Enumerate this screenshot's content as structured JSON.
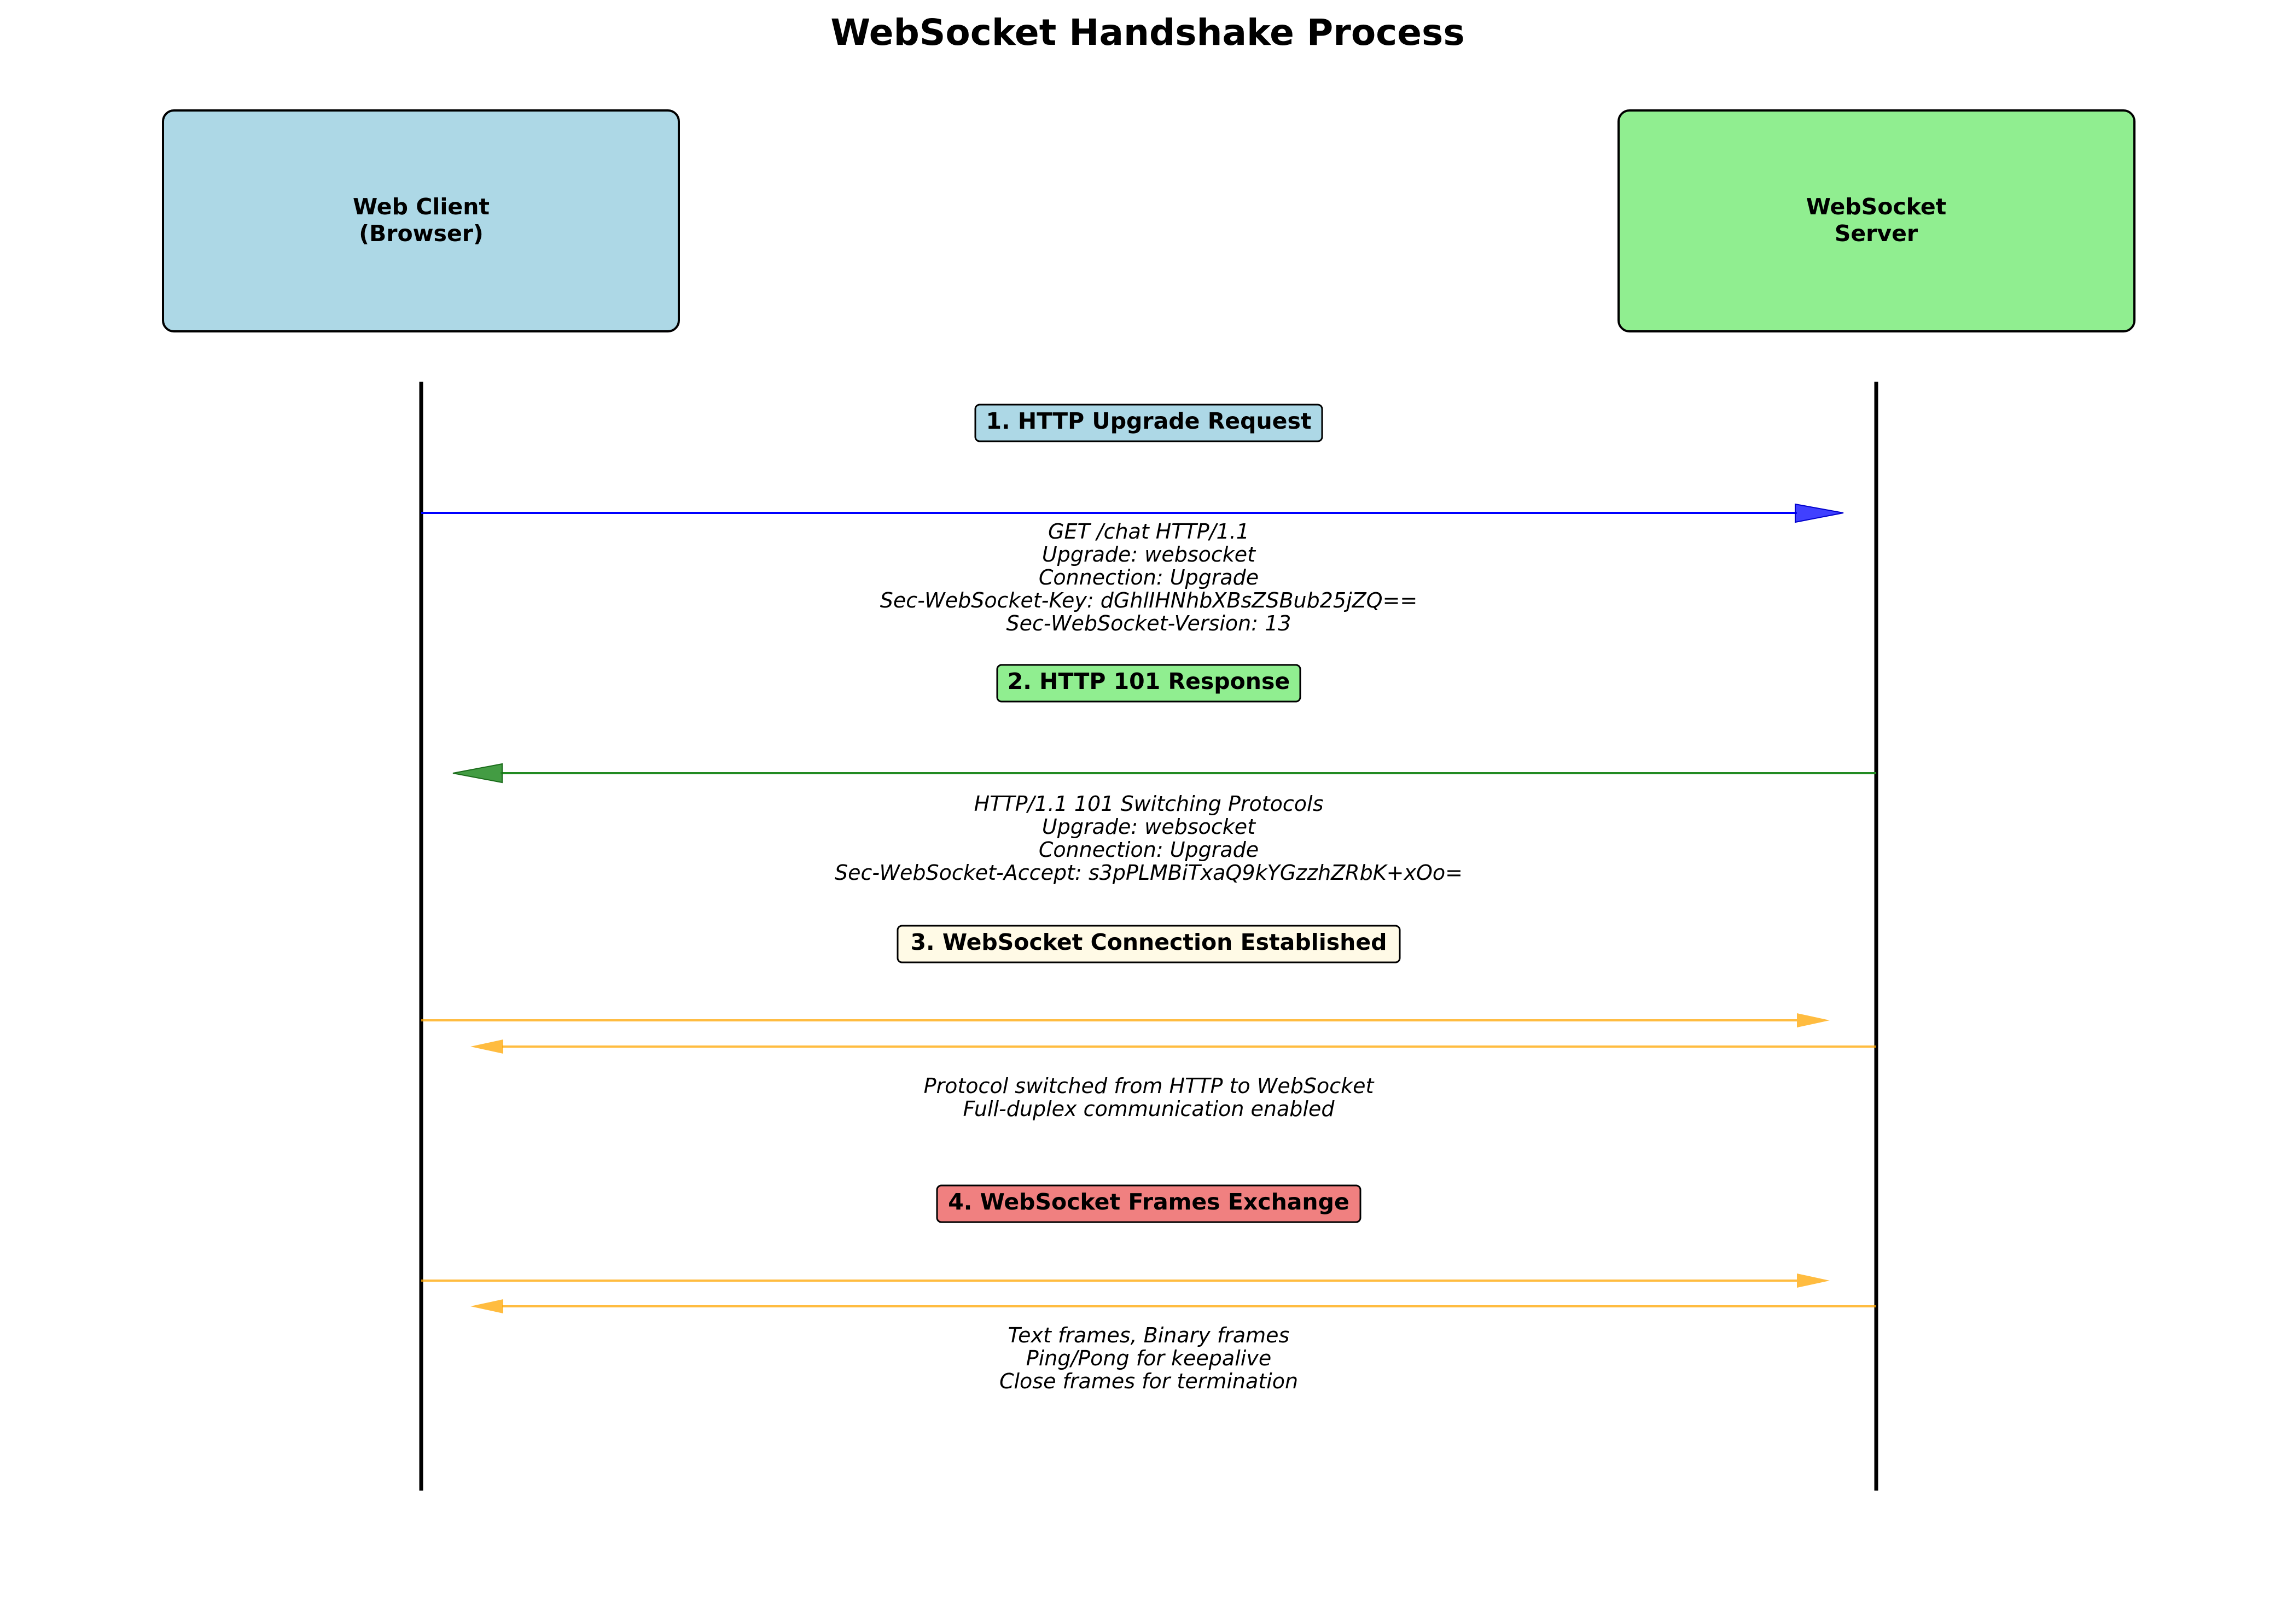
{
  "title": "WebSocket Handshake Process",
  "colors": {
    "client_box": "#add8e6",
    "server_box": "#90ee90",
    "request_arrow": "#0000ff",
    "response_arrow": "#228b22",
    "frame_arrow": "#ffa500",
    "step1_bg": "#add8e6",
    "step2_bg": "#90ee90",
    "step3_bg": "#fffae6",
    "step4_bg": "#f08080"
  },
  "actors": {
    "client": {
      "lines": [
        "Web Client",
        "(Browser)"
      ]
    },
    "server": {
      "lines": [
        "WebSocket",
        "Server"
      ]
    }
  },
  "steps": [
    {
      "label": "1. HTTP Upgrade Request",
      "arrows": [
        "client-to-server"
      ],
      "lines": [
        "GET /chat HTTP/1.1",
        "Upgrade: websocket",
        "Connection: Upgrade",
        "Sec-WebSocket-Key: dGhlIHNhbXBsZSBub25jZQ==",
        "Sec-WebSocket-Version: 13"
      ]
    },
    {
      "label": "2. HTTP 101 Response",
      "arrows": [
        "server-to-client"
      ],
      "lines": [
        "HTTP/1.1 101 Switching Protocols",
        "Upgrade: websocket",
        "Connection: Upgrade",
        "Sec-WebSocket-Accept: s3pPLMBiTxaQ9kYGzzhZRbK+xOo="
      ]
    },
    {
      "label": "3. WebSocket Connection Established",
      "arrows": [
        "client-to-server",
        "server-to-client"
      ],
      "lines": [
        "Protocol switched from HTTP to WebSocket",
        "Full-duplex communication enabled"
      ]
    },
    {
      "label": "4. WebSocket Frames Exchange",
      "arrows": [
        "client-to-server",
        "server-to-client"
      ],
      "lines": [
        "Text frames, Binary frames",
        "Ping/Pong for keepalive",
        "Close frames for termination"
      ]
    }
  ]
}
